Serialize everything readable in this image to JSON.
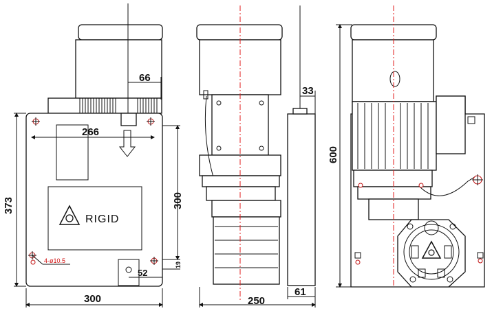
{
  "front_view": {
    "width_label": "300",
    "height_label": "373",
    "hole_spacing_label": "266",
    "mount_spacing_label": "300",
    "offset_top_label": "66",
    "hole_note": "4-ø10.5",
    "bottom_offset_label": "52",
    "bottom_height_label": "19",
    "logo_text": "RIGID"
  },
  "side_view": {
    "depth_label": "250",
    "plate_label": "61",
    "top_offset_label": "33"
  },
  "rear_view": {
    "height_label": "600"
  },
  "colors": {
    "line": "#111111",
    "centre_line": "#e01818",
    "note": "#d01010"
  }
}
